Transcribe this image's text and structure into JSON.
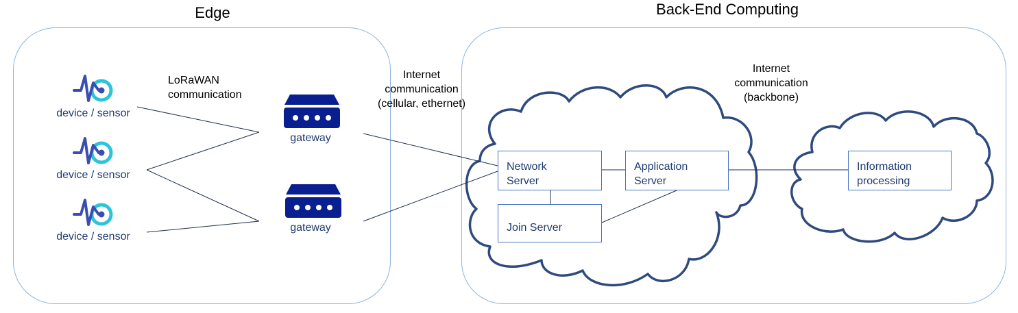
{
  "edge": {
    "title": "Edge",
    "lorawan_label": [
      "LoRaWAN",
      "communication"
    ],
    "devices": [
      {
        "label": "device / sensor",
        "icon": "device-sensor-icon"
      },
      {
        "label": "device / sensor",
        "icon": "device-sensor-icon"
      },
      {
        "label": "device / sensor",
        "icon": "device-sensor-icon"
      }
    ],
    "gateways": [
      {
        "label": "gateway",
        "icon": "gateway-icon"
      },
      {
        "label": "gateway",
        "icon": "gateway-icon"
      }
    ]
  },
  "internet_edge_label": [
    "Internet",
    "communication",
    "(cellular, ethernet)"
  ],
  "backend": {
    "title": "Back-End Computing",
    "backbone_label": [
      "Internet",
      "communication",
      "(backbone)"
    ],
    "network_server": [
      "Network",
      "Server"
    ],
    "application_server": [
      "Application",
      "Server"
    ],
    "join_server": [
      "Join Server"
    ],
    "information_processing": [
      "Information",
      "processing"
    ]
  },
  "colors": {
    "region_border": "#8fb3dc",
    "cloud_stroke": "#2e4a7e",
    "box_border": "#4472c4",
    "gateway_fill": "#0a1f8f",
    "device_ring": "#2ec4d8",
    "device_pulse": "#3a4db0",
    "label_text": "#1f3a6e"
  }
}
